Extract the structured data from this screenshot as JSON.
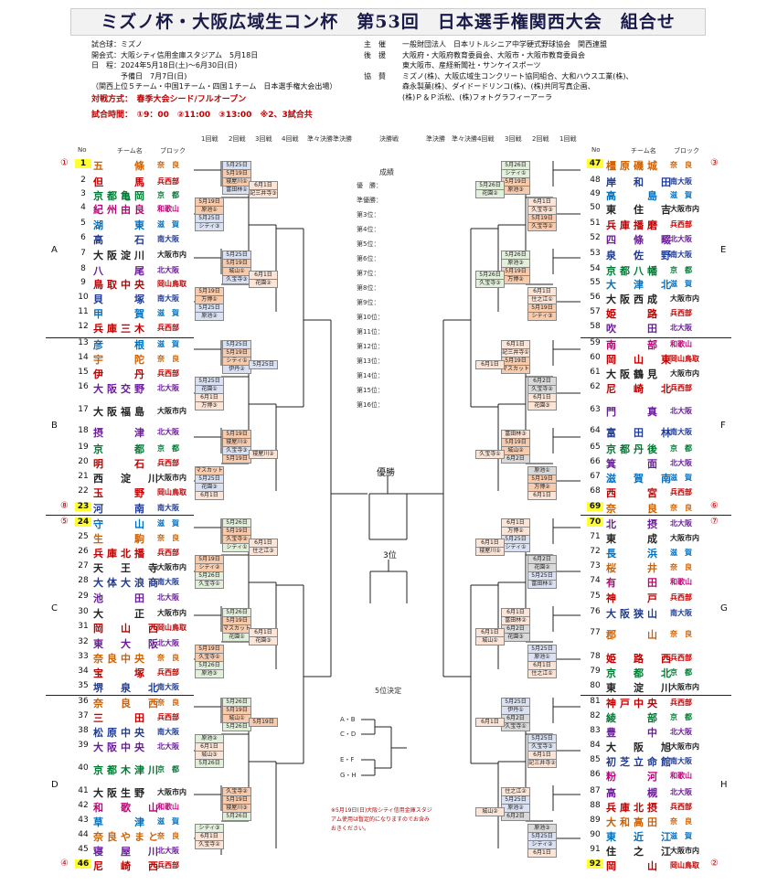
{
  "title": "ミズノ杯・大阪広域生コン杯　第53回　日本選手権関西大会　組合せ",
  "header_left": [
    "試合球：ミズノ",
    "開会式：大阪シティ信用金庫スタジアム　5月18日",
    "日　程：2024年5月18日(土)～6月30日(日)",
    "　　　　予備日　7月7日(日)",
    "（関西上位５チーム・中国1チーム・四国１チーム　日本選手権大会出場）"
  ],
  "format_line": "対戦方式：　春季大会シード/フルオープン",
  "time_line": "試合時間：　①9：00　②11:00　③13:00　※2、3試合共",
  "header_right": [
    {
      "k": "主　催",
      "v": "一般財団法人　日本リトルシニア中学硬式野球協会　関西連盟"
    },
    {
      "k": "後　援",
      "v": "大阪府・大阪府教育委員会、大阪市・大阪市教育委員会"
    },
    {
      "k": "",
      "v": "東大阪市、産経新聞社・サンケイスポーツ"
    },
    {
      "k": "協　賛",
      "v": "ミズノ(株)、大阪広域生コンクリート協同組合、大和ハウス工業(株)、"
    },
    {
      "k": "",
      "v": "森永製菓(株)、ダイドードリンコ(株)、(株)共同写真企画、"
    },
    {
      "k": "",
      "v": "(株)Ｐ＆Ｐ浜松、(株)フォトグラフィーアーラ"
    }
  ],
  "round_labels_left": [
    "1回戦",
    "2回戦",
    "3回戦",
    "4回戦",
    "準々決勝",
    "準決勝"
  ],
  "round_labels_right": [
    "準決勝",
    "準々決勝",
    "4回戦",
    "3回戦",
    "2回戦",
    "1回戦"
  ],
  "center_final_label": "決勝戦",
  "col_headers": {
    "no": "No",
    "team": "チーム名",
    "block": "ブロック"
  },
  "results_title": "成績",
  "results": [
    "優　勝：",
    "準優勝：",
    "第3位：",
    "第4位：",
    "第5位：",
    "第6位：",
    "第7位：",
    "第8位：",
    "第9位：",
    "第10位：",
    "第11位：",
    "第12位：",
    "第13位：",
    "第14位：",
    "第15位：",
    "第16位："
  ],
  "champion_label": "優勝",
  "third_label": "3位",
  "fifth_label": "5位決定",
  "fifth_pairs": [
    "A・B",
    "C・D",
    "E・F",
    "G・H"
  ],
  "note": [
    "※5月19日(日)大阪シティ信用金庫スタジ",
    "アム使用は暫定的になりますのでお含み",
    "おきください。"
  ],
  "groups": [
    "A",
    "B",
    "C",
    "D",
    "E",
    "F",
    "G",
    "H"
  ],
  "teams_left": [
    {
      "no": "1",
      "name": "五　　條",
      "block": "奈　良",
      "seed": "①",
      "hl": true
    },
    {
      "no": "2",
      "name": "但　　馬",
      "block": "兵西部"
    },
    {
      "no": "3",
      "name": "京都亀岡",
      "block": "京　都"
    },
    {
      "no": "4",
      "name": "紀州由良",
      "block": "和歌山"
    },
    {
      "no": "5",
      "name": "湖　　東",
      "block": "滋　賀"
    },
    {
      "no": "6",
      "name": "高　　石",
      "block": "南大阪"
    },
    {
      "no": "7",
      "name": "大阪淀川",
      "block": "大阪市内"
    },
    {
      "no": "8",
      "name": "八　　尾",
      "block": "北大阪"
    },
    {
      "no": "9",
      "name": "鳥取中央",
      "block": "岡山鳥取"
    },
    {
      "no": "10",
      "name": "貝　　塚",
      "block": "南大阪"
    },
    {
      "no": "11",
      "name": "甲　　賀",
      "block": "滋　賀"
    },
    {
      "no": "12",
      "name": "兵庫三木",
      "block": "兵西部"
    },
    {
      "no": "13",
      "name": "彦　　根",
      "block": "滋　賀"
    },
    {
      "no": "14",
      "name": "宇　　陀",
      "block": "奈　良"
    },
    {
      "no": "15",
      "name": "伊　　丹",
      "block": "兵西部"
    },
    {
      "no": "16",
      "name": "大阪交野",
      "block": "北大阪"
    },
    {
      "no": "17",
      "name": "大阪福島",
      "block": "大阪市内"
    },
    {
      "no": "18",
      "name": "摂　　津",
      "block": "北大阪"
    },
    {
      "no": "19",
      "name": "京　　都",
      "block": "京　都"
    },
    {
      "no": "20",
      "name": "明　　石",
      "block": "兵西部"
    },
    {
      "no": "21",
      "name": "西　淀　川",
      "block": "大阪市内"
    },
    {
      "no": "22",
      "name": "玉　　野",
      "block": "岡山鳥取"
    },
    {
      "no": "23",
      "name": "河　　南",
      "block": "南大阪",
      "seed": "⑧",
      "hl": true
    },
    {
      "no": "24",
      "name": "守　　山",
      "block": "滋　賀",
      "seed": "⑤",
      "hl": true
    },
    {
      "no": "25",
      "name": "生　　駒",
      "block": "奈　良"
    },
    {
      "no": "26",
      "name": "兵庫北播",
      "block": "兵西部"
    },
    {
      "no": "27",
      "name": "天　王　寺",
      "block": "大阪市内"
    },
    {
      "no": "28",
      "name": "大体大浪商",
      "block": "南大阪"
    },
    {
      "no": "29",
      "name": "池　　田",
      "block": "北大阪"
    },
    {
      "no": "30",
      "name": "大　　正",
      "block": "大阪市内"
    },
    {
      "no": "31",
      "name": "岡　山　西",
      "block": "岡山鳥取"
    },
    {
      "no": "32",
      "name": "東　大　阪",
      "block": "北大阪"
    },
    {
      "no": "33",
      "name": "奈良中央",
      "block": "奈　良"
    },
    {
      "no": "34",
      "name": "宝　　塚",
      "block": "兵西部"
    },
    {
      "no": "35",
      "name": "堺　泉　北",
      "block": "南大阪"
    },
    {
      "no": "36",
      "name": "奈　良　西",
      "block": "奈　良"
    },
    {
      "no": "37",
      "name": "三　　田",
      "block": "兵西部"
    },
    {
      "no": "38",
      "name": "松原中央",
      "block": "南大阪"
    },
    {
      "no": "39",
      "name": "大阪中央",
      "block": "北大阪"
    },
    {
      "no": "40",
      "name": "京都木津川",
      "block": "京　都"
    },
    {
      "no": "41",
      "name": "大阪生野",
      "block": "大阪市内"
    },
    {
      "no": "42",
      "name": "和　歌　山",
      "block": "和歌山"
    },
    {
      "no": "43",
      "name": "草　　津",
      "block": "滋　賀"
    },
    {
      "no": "44",
      "name": "奈良やまと",
      "block": "奈　良"
    },
    {
      "no": "45",
      "name": "寝　屋　川",
      "block": "北大阪"
    },
    {
      "no": "46",
      "name": "尼　崎　西",
      "block": "兵西部",
      "seed": "④",
      "hl": true
    }
  ],
  "teams_right": [
    {
      "no": "47",
      "name": "橿原磯城",
      "block": "奈　良",
      "seed": "③",
      "hl": true
    },
    {
      "no": "48",
      "name": "岸　和　田",
      "block": "南大阪"
    },
    {
      "no": "49",
      "name": "高　　島",
      "block": "滋　賀"
    },
    {
      "no": "50",
      "name": "東　住　吉",
      "block": "大阪市内"
    },
    {
      "no": "51",
      "name": "兵庫播磨",
      "block": "兵西部"
    },
    {
      "no": "52",
      "name": "四　條　畷",
      "block": "北大阪"
    },
    {
      "no": "53",
      "name": "泉　佐　野",
      "block": "南大阪"
    },
    {
      "no": "54",
      "name": "京都八幡",
      "block": "京　都"
    },
    {
      "no": "55",
      "name": "大　津　北",
      "block": "滋　賀"
    },
    {
      "no": "56",
      "name": "大阪西成",
      "block": "大阪市内"
    },
    {
      "no": "57",
      "name": "姫　　路",
      "block": "兵西部"
    },
    {
      "no": "58",
      "name": "吹　　田",
      "block": "北大阪"
    },
    {
      "no": "59",
      "name": "南　　部",
      "block": "和歌山"
    },
    {
      "no": "60",
      "name": "岡　山　東",
      "block": "岡山鳥取"
    },
    {
      "no": "61",
      "name": "大阪鶴見",
      "block": "大阪市内"
    },
    {
      "no": "62",
      "name": "尼　崎　北",
      "block": "兵西部"
    },
    {
      "no": "63",
      "name": "門　　真",
      "block": "北大阪"
    },
    {
      "no": "64",
      "name": "富　田　林",
      "block": "南大阪"
    },
    {
      "no": "65",
      "name": "京都丹後",
      "block": "京　都"
    },
    {
      "no": "66",
      "name": "箕　　面",
      "block": "北大阪"
    },
    {
      "no": "67",
      "name": "滋　賀　南",
      "block": "滋　賀"
    },
    {
      "no": "68",
      "name": "西　　宮",
      "block": "兵西部"
    },
    {
      "no": "69",
      "name": "奈　　良",
      "block": "奈　良",
      "seed": "⑥",
      "hl": true
    },
    {
      "no": "70",
      "name": "北　　摂",
      "block": "北大阪",
      "seed": "⑦",
      "hl": true
    },
    {
      "no": "71",
      "name": "東　　成",
      "block": "大阪市内"
    },
    {
      "no": "72",
      "name": "長　　浜",
      "block": "滋　賀"
    },
    {
      "no": "73",
      "name": "桜　　井",
      "block": "奈　良"
    },
    {
      "no": "74",
      "name": "有　　田",
      "block": "和歌山"
    },
    {
      "no": "75",
      "name": "神　　戸",
      "block": "兵西部"
    },
    {
      "no": "76",
      "name": "大阪狭山",
      "block": "南大阪"
    },
    {
      "no": "77",
      "name": "郡　　山",
      "block": "奈　良"
    },
    {
      "no": "78",
      "name": "姫　路　西",
      "block": "兵西部"
    },
    {
      "no": "79",
      "name": "京　都　北",
      "block": "京　都"
    },
    {
      "no": "80",
      "name": "東　淀　川",
      "block": "大阪市内"
    },
    {
      "no": "81",
      "name": "神戸中央",
      "block": "兵西部"
    },
    {
      "no": "82",
      "name": "綾　　部",
      "block": "京　都"
    },
    {
      "no": "83",
      "name": "豊　　中",
      "block": "北大阪"
    },
    {
      "no": "84",
      "name": "大　阪　旭",
      "block": "大阪市内"
    },
    {
      "no": "85",
      "name": "初芝立命館",
      "block": "南大阪"
    },
    {
      "no": "86",
      "name": "粉　　河",
      "block": "和歌山"
    },
    {
      "no": "87",
      "name": "高　　槻",
      "block": "北大阪"
    },
    {
      "no": "88",
      "name": "兵庫北摂",
      "block": "兵西部"
    },
    {
      "no": "89",
      "name": "大和高田",
      "block": "奈　良"
    },
    {
      "no": "90",
      "name": "東　近　江",
      "block": "滋　賀"
    },
    {
      "no": "91",
      "name": "住　之　江",
      "block": "大阪市内"
    },
    {
      "no": "92",
      "name": "岡　　山",
      "block": "岡山鳥取",
      "seed": "②",
      "hl": true
    }
  ],
  "boxes_left": [
    {
      "t": "5月25日",
      "c": "blue"
    },
    {
      "t": "5月19日",
      "c": "pink"
    },
    {
      "t": "寝屋川①",
      "c": "pink"
    },
    {
      "t": "富田林①",
      "c": "blue"
    },
    {
      "t": "5月19日",
      "c": "pink"
    },
    {
      "t": "原池①",
      "c": "pink"
    },
    {
      "t": "5月25日",
      "c": "blue"
    },
    {
      "t": "シティ③",
      "c": "blue"
    },
    {
      "t": "6月1日",
      "c": "peach"
    },
    {
      "t": "記三井寺③",
      "c": "peach"
    },
    {
      "t": "5月25日",
      "c": "blue"
    },
    {
      "t": "5月19日",
      "c": "pink"
    },
    {
      "t": "城山①",
      "c": "pink"
    },
    {
      "t": "久宝寺③",
      "c": "blue"
    },
    {
      "t": "5月19日",
      "c": "pink"
    },
    {
      "t": "万博①",
      "c": "pink"
    },
    {
      "t": "5月25日",
      "c": "blue"
    },
    {
      "t": "原池②",
      "c": "blue"
    },
    {
      "t": "6月1日",
      "c": "peach"
    },
    {
      "t": "花園②",
      "c": "peach"
    },
    {
      "t": "5月25日",
      "c": "blue"
    },
    {
      "t": "5月19日",
      "c": "pink"
    },
    {
      "t": "シティ①",
      "c": "pink"
    },
    {
      "t": "伊丹②",
      "c": "blue"
    },
    {
      "t": "5月25日",
      "c": "blue"
    },
    {
      "t": "花園①",
      "c": "blue"
    },
    {
      "t": "6月1日",
      "c": "peach"
    },
    {
      "t": "万博③",
      "c": "peach"
    },
    {
      "t": "5月25日",
      "c": "blue"
    },
    {
      "t": "5月19日",
      "c": "pink"
    },
    {
      "t": "寝屋川②",
      "c": "pink"
    },
    {
      "t": "久宝寺③",
      "c": "blue"
    },
    {
      "t": "5月19日",
      "c": "pink"
    },
    {
      "t": "マスカット①",
      "c": "pink"
    },
    {
      "t": "5月25日",
      "c": "blue"
    },
    {
      "t": "花園③",
      "c": "blue"
    },
    {
      "t": "6月1日",
      "c": "peach"
    },
    {
      "t": "寝屋川②",
      "c": "peach"
    },
    {
      "t": "5月26日",
      "c": "green"
    },
    {
      "t": "5月19日",
      "c": "pink"
    },
    {
      "t": "久宝寺②",
      "c": "pink"
    },
    {
      "t": "シティ①",
      "c": "green"
    },
    {
      "t": "5月19日",
      "c": "pink"
    },
    {
      "t": "シティ②",
      "c": "pink"
    },
    {
      "t": "5月26日",
      "c": "green"
    },
    {
      "t": "久宝寺①",
      "c": "green"
    },
    {
      "t": "6月1日",
      "c": "peach"
    },
    {
      "t": "住之江③",
      "c": "peach"
    },
    {
      "t": "5月26日",
      "c": "green"
    },
    {
      "t": "5月19日",
      "c": "pink"
    },
    {
      "t": "マスカット②",
      "c": "pink"
    },
    {
      "t": "花園①",
      "c": "green"
    },
    {
      "t": "5月19日",
      "c": "pink"
    },
    {
      "t": "久宝寺①",
      "c": "pink"
    },
    {
      "t": "5月26日",
      "c": "green"
    },
    {
      "t": "原池③",
      "c": "green"
    },
    {
      "t": "6月1日",
      "c": "peach"
    },
    {
      "t": "花園③",
      "c": "peach"
    },
    {
      "t": "5月26日",
      "c": "green"
    },
    {
      "t": "5月19日",
      "c": "pink"
    },
    {
      "t": "城山①",
      "c": "pink"
    },
    {
      "t": "5月26日",
      "c": "green"
    },
    {
      "t": "原池②",
      "c": "green"
    },
    {
      "t": "6月1日",
      "c": "peach"
    },
    {
      "t": "城山③",
      "c": "peach"
    },
    {
      "t": "5月26日",
      "c": "green"
    },
    {
      "t": "5月19日",
      "c": "pink"
    },
    {
      "t": "久宝寺②",
      "c": "pink"
    },
    {
      "t": "5月19日",
      "c": "pink"
    },
    {
      "t": "寝屋川③",
      "c": "pink"
    },
    {
      "t": "5月26日",
      "c": "green"
    },
    {
      "t": "シティ③",
      "c": "green"
    },
    {
      "t": "6月1日",
      "c": "peach"
    },
    {
      "t": "久宝寺②",
      "c": "peach"
    }
  ],
  "boxes_right": [
    {
      "t": "5月26日",
      "c": "green"
    },
    {
      "t": "シティ①",
      "c": "green"
    },
    {
      "t": "5月19日",
      "c": "pink"
    },
    {
      "t": "原池③",
      "c": "pink"
    },
    {
      "t": "6月1日",
      "c": "peach"
    },
    {
      "t": "久宝寺③",
      "c": "peach"
    },
    {
      "t": "5月19日",
      "c": "pink"
    },
    {
      "t": "久宝寺②",
      "c": "pink"
    },
    {
      "t": "5月26日",
      "c": "green"
    },
    {
      "t": "花園②",
      "c": "green"
    },
    {
      "t": "5月26日",
      "c": "green"
    },
    {
      "t": "原池③",
      "c": "green"
    },
    {
      "t": "5月19日",
      "c": "pink"
    },
    {
      "t": "万博②",
      "c": "pink"
    },
    {
      "t": "6月1日",
      "c": "peach"
    },
    {
      "t": "住之江①",
      "c": "peach"
    },
    {
      "t": "5月19日",
      "c": "pink"
    },
    {
      "t": "シティ③",
      "c": "pink"
    },
    {
      "t": "5月26日",
      "c": "green"
    },
    {
      "t": "久宝寺③",
      "c": "green"
    },
    {
      "t": "6月1日",
      "c": "peach"
    },
    {
      "t": "記三井寺①",
      "c": "peach"
    },
    {
      "t": "5月19日",
      "c": "pink"
    },
    {
      "t": "マスカット③",
      "c": "pink"
    },
    {
      "t": "6月2日",
      "c": "grey"
    },
    {
      "t": "久宝寺②",
      "c": "grey"
    },
    {
      "t": "6月1日",
      "c": "peach"
    },
    {
      "t": "花園③",
      "c": "peach"
    },
    {
      "t": "6月1日",
      "c": "peach"
    },
    {
      "t": "富田林③",
      "c": "peach"
    },
    {
      "t": "5月19日",
      "c": "pink"
    },
    {
      "t": "城山②",
      "c": "pink"
    },
    {
      "t": "6月2日",
      "c": "grey"
    },
    {
      "t": "原池①",
      "c": "grey"
    },
    {
      "t": "5月19日",
      "c": "pink"
    },
    {
      "t": "万博②",
      "c": "pink"
    },
    {
      "t": "6月1日",
      "c": "peach"
    },
    {
      "t": "久宝寺①",
      "c": "peach"
    },
    {
      "t": "6月1日",
      "c": "peach"
    },
    {
      "t": "万博①",
      "c": "peach"
    },
    {
      "t": "5月25日",
      "c": "blue"
    },
    {
      "t": "シティ①",
      "c": "blue"
    },
    {
      "t": "6月2日",
      "c": "grey"
    },
    {
      "t": "花園②",
      "c": "grey"
    },
    {
      "t": "5月25日",
      "c": "blue"
    },
    {
      "t": "富田林①",
      "c": "blue"
    },
    {
      "t": "6月1日",
      "c": "peach"
    },
    {
      "t": "寝屋川①",
      "c": "peach"
    },
    {
      "t": "6月1日",
      "c": "peach"
    },
    {
      "t": "富田林②",
      "c": "peach"
    },
    {
      "t": "6月2日",
      "c": "grey"
    },
    {
      "t": "花園③",
      "c": "grey"
    },
    {
      "t": "5月25日",
      "c": "blue"
    },
    {
      "t": "原池①",
      "c": "blue"
    },
    {
      "t": "6月1日",
      "c": "peach"
    },
    {
      "t": "住之江①",
      "c": "peach"
    },
    {
      "t": "6月1日",
      "c": "peach"
    },
    {
      "t": "城山①",
      "c": "peach"
    },
    {
      "t": "5月25日",
      "c": "blue"
    },
    {
      "t": "伊丹①",
      "c": "blue"
    },
    {
      "t": "6月2日",
      "c": "grey"
    },
    {
      "t": "久宝寺①",
      "c": "grey"
    },
    {
      "t": "5月25日",
      "c": "blue"
    },
    {
      "t": "久宝寺③",
      "c": "blue"
    },
    {
      "t": "6月1日",
      "c": "peach"
    },
    {
      "t": "記三井寺②",
      "c": "peach"
    },
    {
      "t": "6月1日",
      "c": "peach"
    },
    {
      "t": "住之江②",
      "c": "peach"
    },
    {
      "t": "5月25日",
      "c": "blue"
    },
    {
      "t": "原池②",
      "c": "blue"
    },
    {
      "t": "6月2日",
      "c": "grey"
    },
    {
      "t": "原池③",
      "c": "grey"
    },
    {
      "t": "5月25日",
      "c": "blue"
    },
    {
      "t": "シティ②",
      "c": "blue"
    },
    {
      "t": "6月1日",
      "c": "peach"
    },
    {
      "t": "城山②",
      "c": "peach"
    }
  ],
  "colors": {
    "title_bg": "#f2f2f2",
    "red": "#c00000",
    "seed_bg": "#ffff33"
  }
}
